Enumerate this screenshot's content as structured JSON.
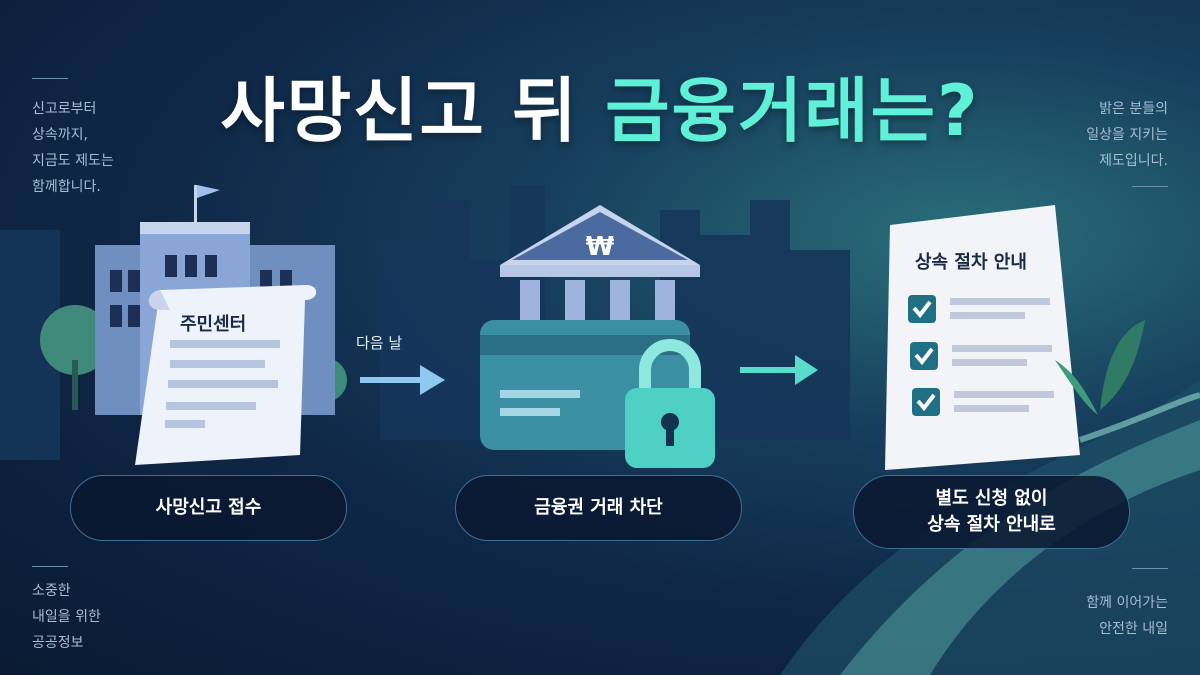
{
  "title": {
    "part1": "사망신고 뒤 ",
    "highlight": "금융거래는?"
  },
  "side_texts": {
    "top_left": [
      "신고로부터",
      "상속까지,",
      "지금도 제도는",
      "함께합니다."
    ],
    "top_right": [
      "밝은 분들의",
      "일상을 지키는",
      "제도입니다."
    ],
    "bottom_left": [
      "소중한",
      "내일을 위한",
      "공공정보"
    ],
    "bottom_right": [
      "함께 이어가는",
      "안전한 내일"
    ]
  },
  "steps": [
    {
      "label": "사망신고 접수",
      "doc_title": "주민센터",
      "icon": "government-building-icon"
    },
    {
      "label": "금융권 거래 차단",
      "icon": "bank-lock-icon",
      "bank_symbol": "₩"
    },
    {
      "label_lines": [
        "별도 신청 없이",
        "상속 절차 안내로"
      ],
      "doc_title": "상속 절차 안내",
      "icon": "checklist-document-icon"
    }
  ],
  "arrow_label": "다음 날",
  "colors": {
    "accent": "#5ff0d8",
    "bg_dark": "#0a1a33",
    "title": "#ffffff"
  }
}
